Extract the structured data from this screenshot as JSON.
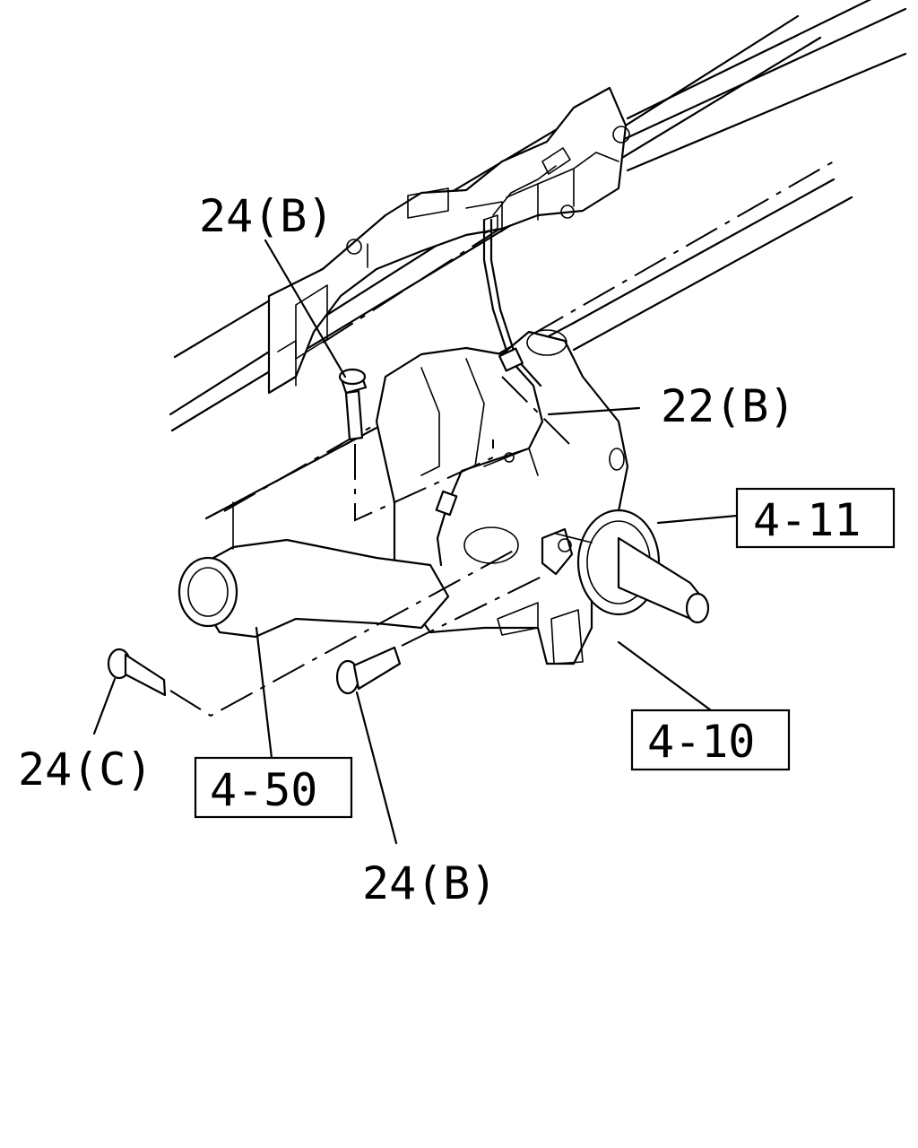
{
  "labels": {
    "bolt_top": "24(B)",
    "harness": "22(B)",
    "ref_4_11": "4-11",
    "ref_4_10": "4-10",
    "bolt_left": "24(C)",
    "ref_4_50": "4-50",
    "bolt_bottom": "24(B)"
  },
  "colors": {
    "line": "#000000",
    "background": "#ffffff"
  }
}
